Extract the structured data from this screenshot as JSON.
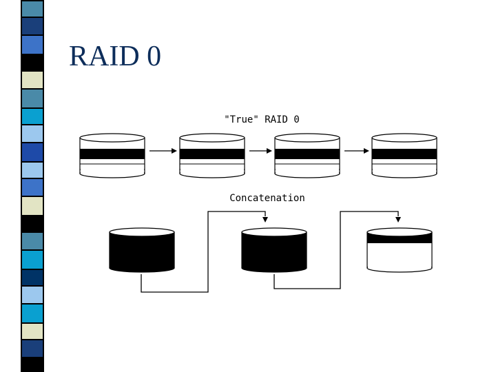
{
  "slide": {
    "title": "RAID 0"
  },
  "diagram": {
    "true_raid_label": "\"True\" RAID 0",
    "concatenation_label": "Concatenation",
    "true_raid_disks": 4,
    "concat_disks": [
      {
        "fill": "full"
      },
      {
        "fill": "full"
      },
      {
        "fill": "partial"
      }
    ]
  },
  "colors": {
    "title": "#0d2d5a",
    "stripe": [
      "#4a8aa8",
      "#1a3f7a",
      "#3d73c8",
      "#000000",
      "#e2e4c4",
      "#5b9bd5",
      "#0aa0d0",
      "#9cc8ee",
      "#1e4aa8",
      "#003366"
    ]
  }
}
